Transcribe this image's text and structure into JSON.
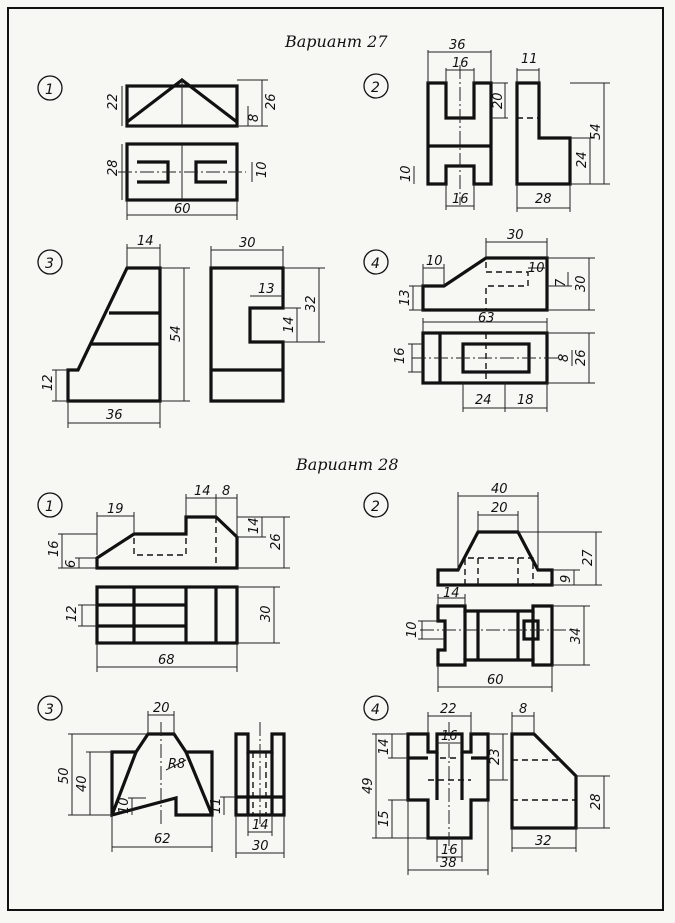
{
  "variants": [
    {
      "title": "Вариант 27",
      "tasks": [
        {
          "number": "1",
          "dims": [
            "22",
            "26",
            "8",
            "28",
            "10",
            "60"
          ]
        },
        {
          "number": "2",
          "dims": [
            "36",
            "16",
            "11",
            "20",
            "54",
            "10",
            "24",
            "16",
            "28"
          ]
        },
        {
          "number": "3",
          "dims": [
            "14",
            "30",
            "13",
            "32",
            "54",
            "14",
            "12",
            "36"
          ]
        },
        {
          "number": "4",
          "dims": [
            "30",
            "10",
            "10",
            "7",
            "30",
            "13",
            "63",
            "16",
            "8",
            "26",
            "24",
            "18"
          ]
        }
      ]
    },
    {
      "title": "Вариант 28",
      "tasks": [
        {
          "number": "1",
          "dims": [
            "19",
            "14",
            "8",
            "14",
            "26",
            "16",
            "6",
            "12",
            "30",
            "68"
          ]
        },
        {
          "number": "2",
          "dims": [
            "40",
            "20",
            "27",
            "9",
            "14",
            "10",
            "34",
            "60"
          ]
        },
        {
          "number": "3",
          "dims": [
            "20",
            "50",
            "40",
            "R8",
            "10",
            "11",
            "62",
            "14",
            "30"
          ]
        },
        {
          "number": "4",
          "dims": [
            "22",
            "8",
            "16",
            "14",
            "23",
            "49",
            "15",
            "28",
            "16",
            "38",
            "32"
          ]
        }
      ]
    }
  ]
}
